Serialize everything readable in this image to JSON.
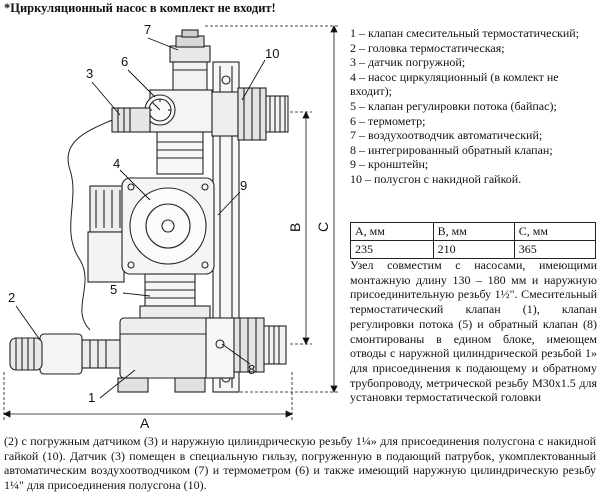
{
  "header": "*Циркуляционный насос в комплект не входит!",
  "legend": [
    "1 – клапан смесительный термостатический;",
    "2 – головка термостатическая;",
    "3 – датчик погружной;",
    "4 – насос циркуляционный (в комлект не входит);",
    "5 – клапан регулировки потока (байпас);",
    "6 – термометр;",
    "7 – воздухоотводчик автоматический;",
    "8 – интегрированный обратный клапан;",
    "9 – кронштейн;",
    "10 – полусгон с накидной гайкой."
  ],
  "dims_table": {
    "headers": [
      "А, мм",
      "В, мм",
      "С, мм"
    ],
    "values": [
      "235",
      "210",
      "365"
    ]
  },
  "description": "Узел совместим с насосами, имеющими монтажную длину 130 – 180 мм и наружную присоединительную резьбу 1½\". Смесительный термостатический клапан (1), клапан регулировки потока (5) и обратный клапан (8) смонтированы в едином блоке, имеющем отводы с наружной цилиндрической резьбой 1» для присоединения к подающему и обратному трубопроводу, метрической резьбу М30х1.5 для установки термостатической головки",
  "bottom_text": "(2) с погружным датчиком (3) и наружную цилиндрическую резьбу 1¼» для присоединения полусгона с накидной гайкой (10). Датчик (3) помещен в специальную гильзу, погруженную в подающий патрубок, укомплектованный автоматическим воздухоотводчиком (7) и термометром (6) и также имеющий наружную цилиндрическую резьбу 1¼\" для присоединения полусгона (10).",
  "callouts": [
    "1",
    "2",
    "3",
    "4",
    "5",
    "6",
    "7",
    "8",
    "9",
    "10"
  ],
  "dimensions": {
    "a": "A",
    "b": "B",
    "c": "C"
  }
}
